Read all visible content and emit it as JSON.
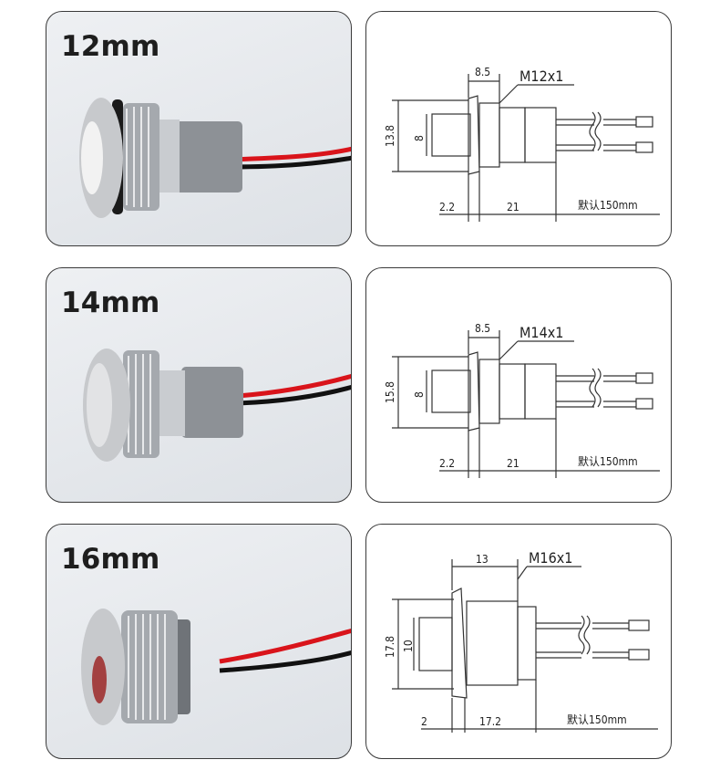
{
  "rows": [
    {
      "size_label": "12mm",
      "thread": "M12x1",
      "dim_top": "8.5",
      "dim_height": "13.8",
      "dim_inner": "8",
      "dim_left": "2.2",
      "dim_body": "21",
      "wire_length": "默认150mm"
    },
    {
      "size_label": "14mm",
      "thread": "M14x1",
      "dim_top": "8.5",
      "dim_height": "15.8",
      "dim_inner": "8",
      "dim_left": "2.2",
      "dim_body": "21",
      "wire_length": "默认150mm"
    },
    {
      "size_label": "16mm",
      "thread": "M16x1",
      "dim_top": "13",
      "dim_height": "17.8",
      "dim_inner": "10",
      "dim_left": "2",
      "dim_body": "17.2",
      "wire_length": "默认150mm"
    }
  ],
  "colors": {
    "wire_red": "#d9141b",
    "wire_black": "#111111",
    "metal": "#b9bcc0",
    "sleeve_gray": "#8d9196",
    "line": "#333333"
  }
}
